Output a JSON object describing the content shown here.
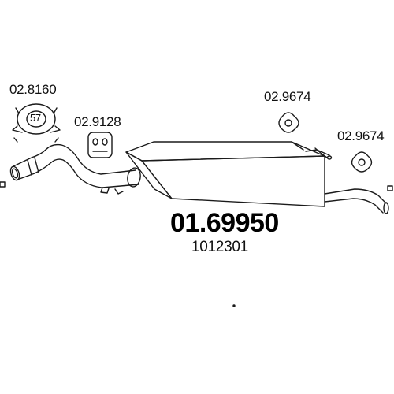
{
  "parts": {
    "clamp": {
      "number": "02.8160",
      "size": "57"
    },
    "rubber_mount": {
      "number": "02.9128"
    },
    "hanger_1": {
      "number": "02.9674"
    },
    "hanger_2": {
      "number": "02.9674"
    },
    "silencer": {
      "number": "01.69950",
      "reference": "1012301"
    }
  },
  "colors": {
    "line": "#1a1a1a",
    "fill": "#ffffff"
  }
}
